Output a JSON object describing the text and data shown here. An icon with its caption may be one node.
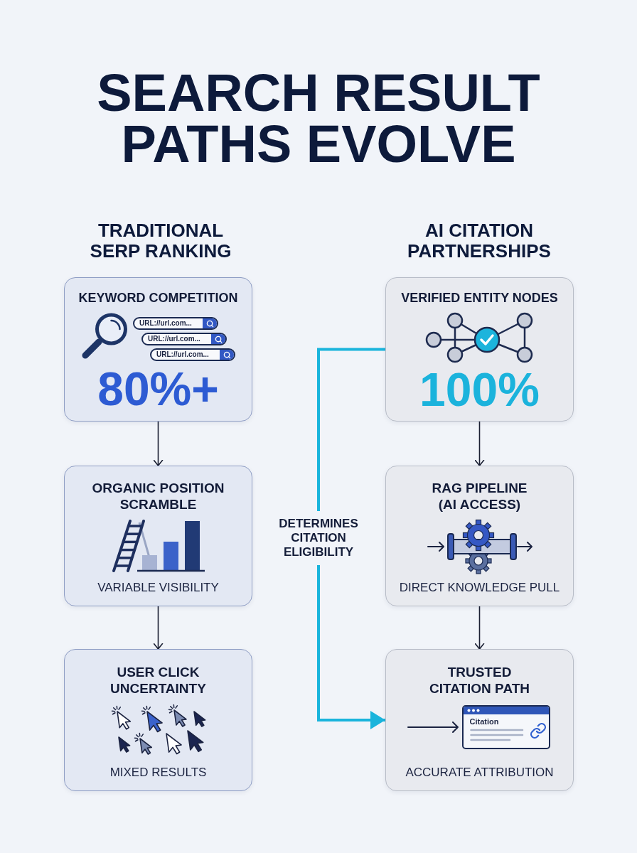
{
  "diagram": {
    "title": "SEARCH RESULT PATHS EVOLVE",
    "nodes": [
      {
        "text": [
          "KEYWORD COMPETITION",
          "URL://url.com...",
          "URL://url.com...",
          "URL://url.com...",
          "80%+"
        ]
      },
      {
        "text": [
          "ORGANIC POSITION SCRAMBLE",
          "VARIABLE VISIBILITY"
        ]
      },
      {
        "text": [
          "USER CLICK UNCERTAINTY",
          "MIXED RESULTS"
        ]
      },
      {
        "text": [
          "VERIFIED ENTITY NODES",
          "100%"
        ]
      },
      {
        "text": [
          "RAG PIPELINE (AI ACCESS)",
          "DIRECT KNOWLEDGE PULL"
        ]
      },
      {
        "text": [
          "TRUSTED CITATION PATH",
          "Citation",
          "ACCURATE ATTRIBUTION"
        ]
      }
    ],
    "edges": [
      {
        "from": 0,
        "to": 1,
        "arrow": "to"
      },
      {
        "from": 1,
        "to": 2,
        "arrow": "to"
      },
      {
        "from": 3,
        "to": 4,
        "arrow": "to"
      },
      {
        "from": 4,
        "to": 5,
        "arrow": "to"
      },
      {
        "from": 3,
        "to": 5,
        "arrow": "to",
        "label": "DETERMINES CITATION ELIGIBILITY",
        "style": "thick",
        "color": "#1ab4dc"
      }
    ],
    "labels": [
      "TRADITIONAL SERP RANKING",
      "AI CITATION PARTNERSHIPS"
    ]
  }
}
